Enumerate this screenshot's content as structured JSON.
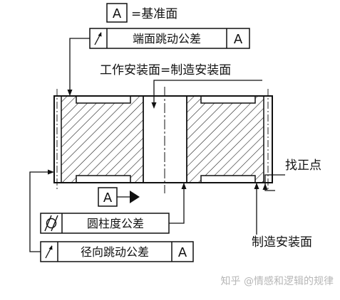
{
  "datum": {
    "letter": "A",
    "label": "=基准面"
  },
  "fcf_face_runout": {
    "symbol": "runout-arrow",
    "text": "端面跳动公差",
    "datum": "A"
  },
  "work_surface_label": "工作安装面=制造安装面",
  "fcf_cylindricity": {
    "symbol": "cylindricity",
    "text": "圆柱度公差"
  },
  "fcf_radial_runout": {
    "symbol": "runout-arrow",
    "text": "径向跳动公差",
    "datum": "A"
  },
  "datum_marker_letter": "A",
  "alignment_point_label": "找正点",
  "manufacturing_surface_label": "制造安装面",
  "watermark": "知乎 @情感和逻辑的规律",
  "colors": {
    "line": "#111111",
    "background": "#ffffff",
    "watermark": "#b7b7b7"
  }
}
